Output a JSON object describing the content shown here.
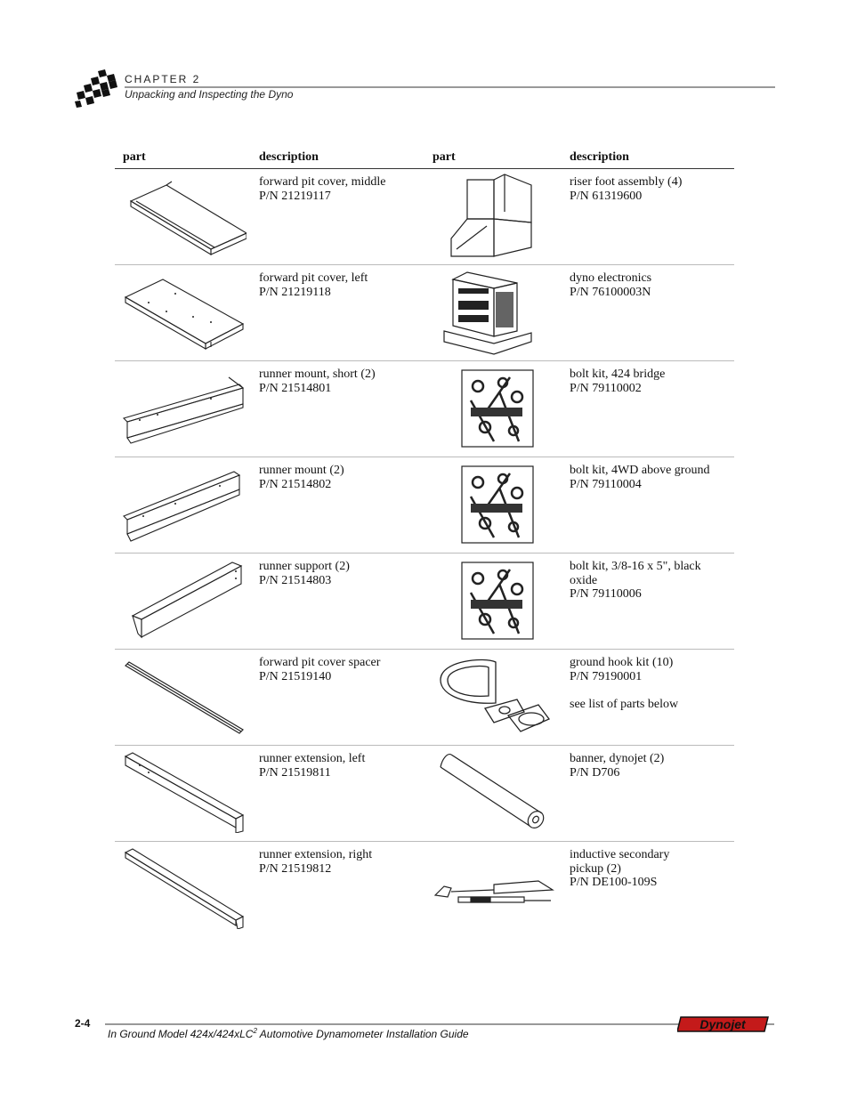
{
  "header": {
    "chapter": "CHAPTER 2",
    "title": "Unpacking and Inspecting the Dyno"
  },
  "table": {
    "headers": [
      "part",
      "description",
      "part",
      "description"
    ],
    "rows": [
      {
        "left": "forward pit cover, middle\nP/N 21219117",
        "right": "riser foot assembly (4)\nP/N 61319600",
        "left_icon": "pit-cover-middle",
        "right_icon": "riser-foot"
      },
      {
        "left": "forward pit cover, left\nP/N 21219118",
        "right": "dyno electronics\nP/N 76100003N",
        "left_icon": "pit-cover-left",
        "right_icon": "dyno-electronics"
      },
      {
        "left": "runner mount, short (2)\nP/N 21514801",
        "right": "bolt kit, 424 bridge\nP/N 79110002",
        "left_icon": "runner-mount-short",
        "right_icon": "bolt-kit"
      },
      {
        "left": "runner mount (2)\nP/N 21514802",
        "right": "bolt kit, 4WD above ground\nP/N 79110004",
        "left_icon": "runner-mount",
        "right_icon": "bolt-kit"
      },
      {
        "left": "runner support (2)\nP/N 21514803",
        "right": "bolt kit, 3/8-16 x 5\", black\noxide\nP/N 79110006",
        "left_icon": "runner-support",
        "right_icon": "bolt-kit"
      },
      {
        "left": "forward pit cover spacer\nP/N 21519140",
        "right": "ground hook kit (10)\nP/N 79190001\n\nsee list of parts below",
        "left_icon": "spacer-bar",
        "right_icon": "ground-hook"
      },
      {
        "left": "runner extension, left\nP/N 21519811",
        "right": "banner, dynojet (2)\nP/N D706",
        "left_icon": "runner-extension-left",
        "right_icon": "banner-roll"
      },
      {
        "left": "runner extension, right\nP/N 21519812",
        "right": "inductive secondary\npickup (2)\nP/N DE100-109S",
        "left_icon": "runner-extension-right",
        "right_icon": "inductive-pickup"
      }
    ]
  },
  "footer": {
    "page": "2-4",
    "title_main": "In Ground Model 424x/424xLC",
    "title_sup": "2",
    "title_rest": " Automotive Dynamometer Installation Guide",
    "logo_text": "Dynojet"
  }
}
